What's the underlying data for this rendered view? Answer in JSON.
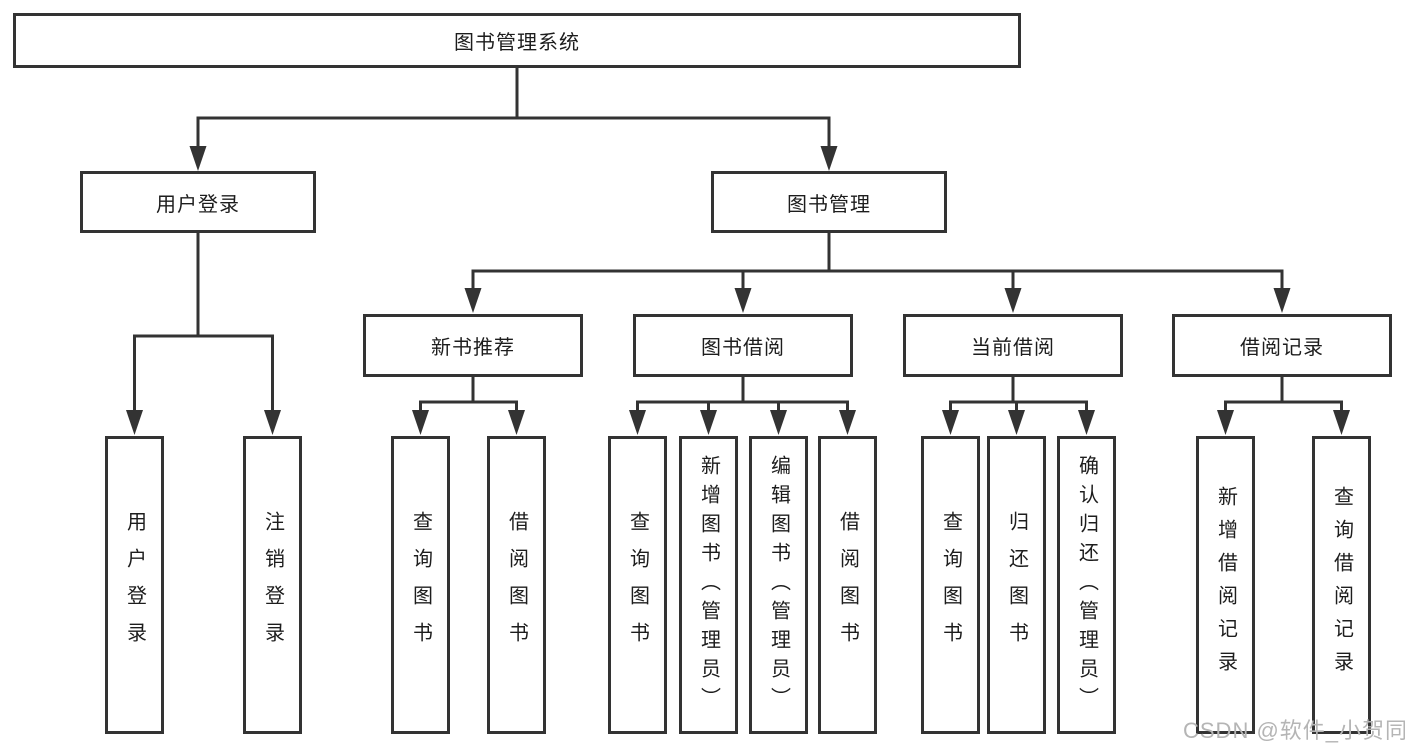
{
  "diagram": {
    "root": {
      "label": "图书管理系统",
      "children": [
        {
          "label": "用户登录",
          "children": [
            {
              "label": "用户登录"
            },
            {
              "label": "注销登录"
            }
          ]
        },
        {
          "label": "图书管理",
          "children": [
            {
              "label": "新书推荐",
              "children": [
                {
                  "label": "查询图书"
                },
                {
                  "label": "借阅图书"
                }
              ]
            },
            {
              "label": "图书借阅",
              "children": [
                {
                  "label": "查询图书"
                },
                {
                  "label": "新增图书（管理员）"
                },
                {
                  "label": "编辑图书（管理员）"
                },
                {
                  "label": "借阅图书"
                }
              ]
            },
            {
              "label": "当前借阅",
              "children": [
                {
                  "label": "查询图书"
                },
                {
                  "label": "归还图书"
                },
                {
                  "label": "确认归还（管理员）"
                }
              ]
            },
            {
              "label": "借阅记录",
              "children": [
                {
                  "label": "新增借阅记录"
                },
                {
                  "label": "查询借阅记录"
                }
              ]
            }
          ]
        }
      ]
    }
  },
  "watermark": {
    "text": "CSDN @软件_小贺同学"
  },
  "colors": {
    "bg": "#ffffff",
    "line": "#333333",
    "border": "#333333",
    "text": "#1d1d1d",
    "watermark": "#b5b5b5"
  }
}
